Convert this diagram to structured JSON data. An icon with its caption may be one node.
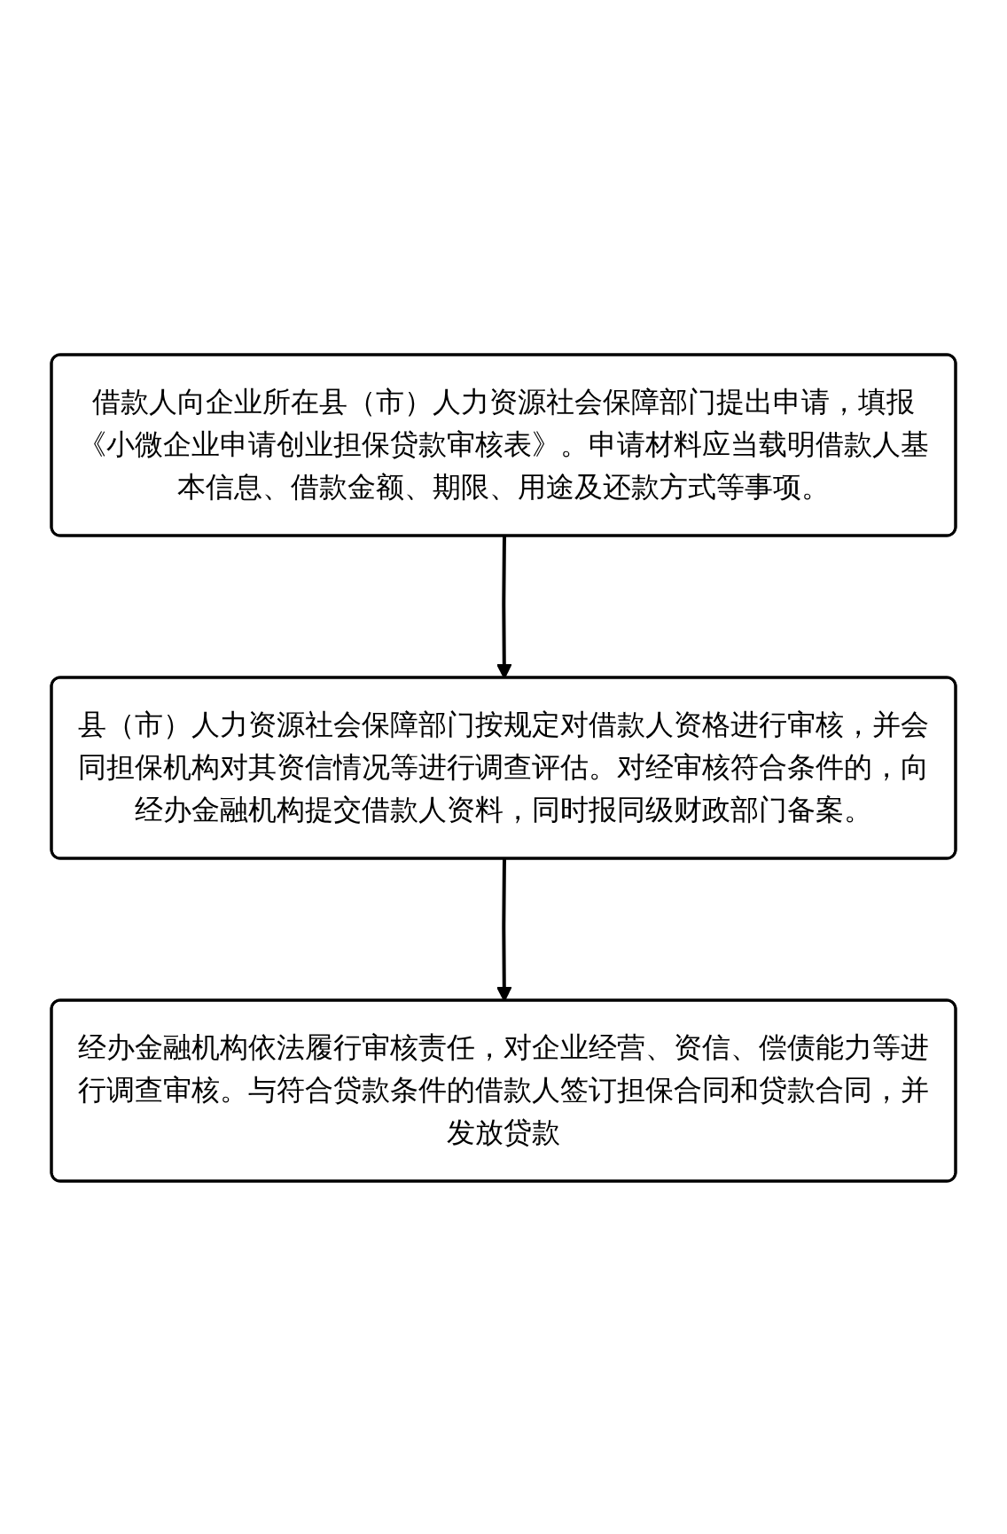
{
  "diagram": {
    "nodes": [
      {
        "text": [
          "借款人向企业所在县（市）人力资源社会保障部门提出申请，填报《小微企业申请创业担保贷款审核表》。申请材料应当载明借款人基本信息、借款金额、期限、用途及还款方式等事项。"
        ]
      },
      {
        "text": [
          "县（市）人力资源社会保障部门按规定对借款人资格进行审核，并会同担保机构对其资信情况等进行调查评估。对经审核符合条件的，向经办金融机构提交借款人资料，同时报同级财政部门备案。"
        ]
      },
      {
        "text": [
          "经办金融机构依法履行审核责任，对企业经营、资信、偿债能力等进行调查审核。与符合贷款条件的借款人签订担保合同和贷款合同，并发放贷款"
        ]
      }
    ],
    "edges": [
      {
        "from": 0,
        "to": 1,
        "arrow": "to"
      },
      {
        "from": 1,
        "to": 2,
        "arrow": "to"
      }
    ]
  }
}
